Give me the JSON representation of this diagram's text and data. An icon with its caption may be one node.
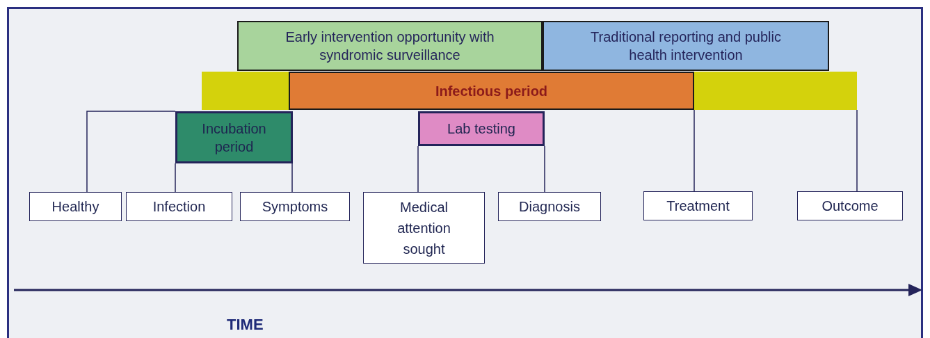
{
  "diagram": {
    "nodes": [
      {
        "text": [
          "Early intervention opportunity with syndromic surveillance"
        ]
      },
      {
        "text": [
          "Traditional reporting and public health intervention"
        ]
      },
      {
        "text": [],
        "shape": "bar"
      },
      {
        "text": [
          "Infectious period"
        ],
        "in": 2
      },
      {
        "text": [
          "Incubation period"
        ]
      },
      {
        "text": [
          "Lab testing"
        ]
      },
      {
        "text": [
          "Healthy"
        ]
      },
      {
        "text": [
          "Infection"
        ]
      },
      {
        "text": [
          "Symptoms"
        ]
      },
      {
        "text": [
          "Medical attention sought"
        ]
      },
      {
        "text": [
          "Diagnosis"
        ]
      },
      {
        "text": [
          "Treatment"
        ]
      },
      {
        "text": [
          "Outcome"
        ]
      }
    ],
    "edges": [
      {
        "from": 6,
        "to": 4,
        "arrow": "none"
      },
      {
        "from": 7,
        "to": 4,
        "arrow": "none"
      },
      {
        "from": 8,
        "to": 4,
        "arrow": "none"
      },
      {
        "from": 9,
        "to": 5,
        "arrow": "none"
      },
      {
        "from": 10,
        "to": 5,
        "arrow": "none"
      },
      {
        "from": 11,
        "to": 3,
        "arrow": "none"
      },
      {
        "from": 12,
        "to": 2,
        "arrow": "none"
      }
    ],
    "labels": [
      "TIME"
    ]
  }
}
